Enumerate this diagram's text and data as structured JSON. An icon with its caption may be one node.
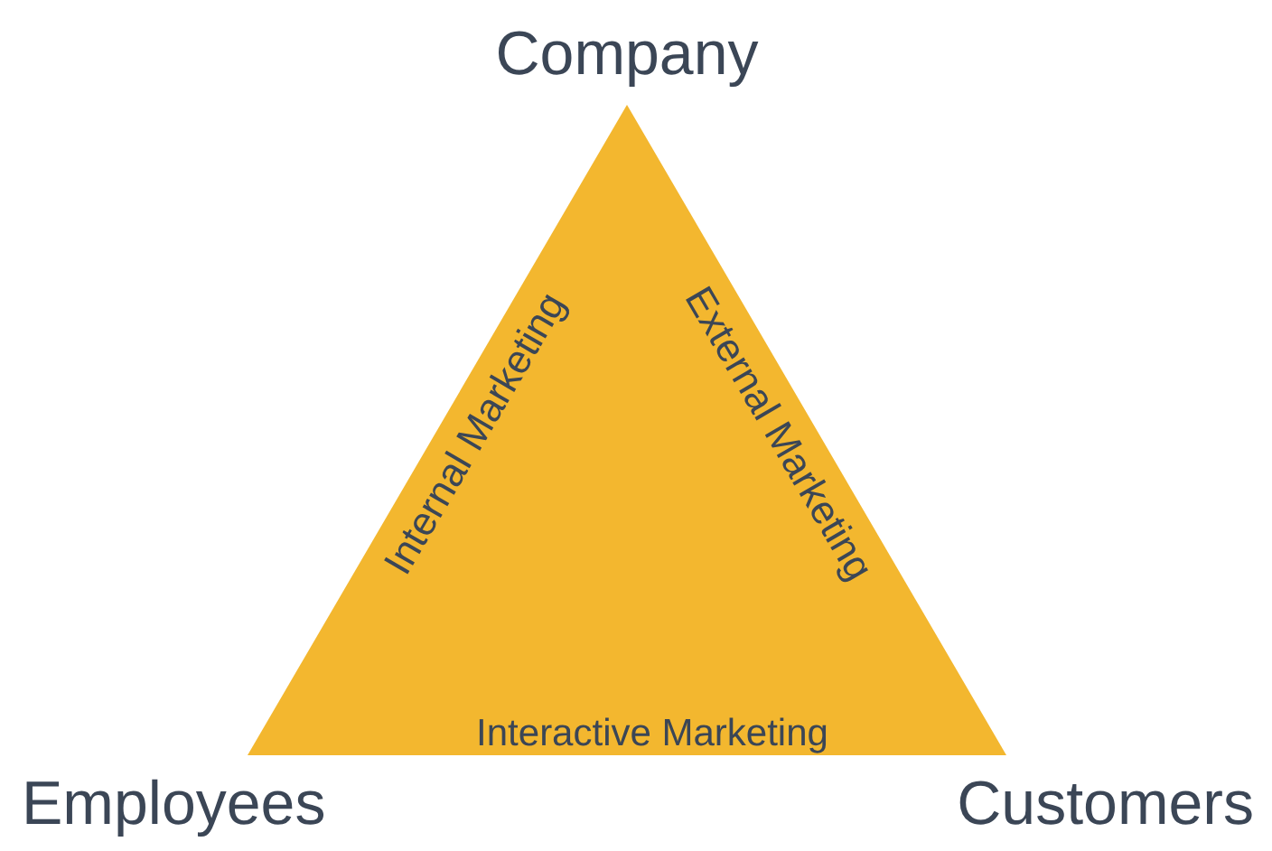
{
  "diagram": {
    "nodes": [
      {
        "text": [
          "Internal Marketing",
          "External Marketing",
          "Interactive Marketing"
        ],
        "beside": [
          "Company",
          "Employees",
          "Customers"
        ]
      }
    ]
  }
}
